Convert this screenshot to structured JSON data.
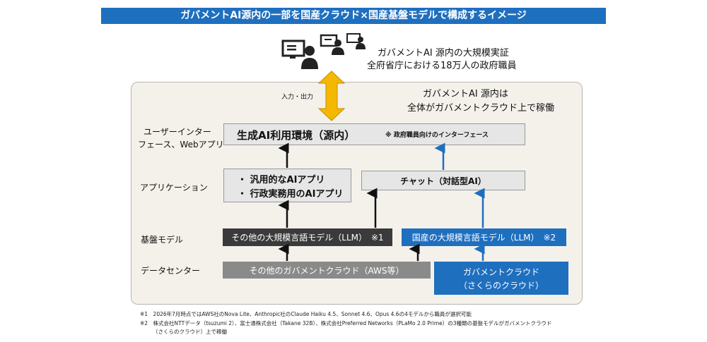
{
  "title": "ガバメントAI源内の一部を国産クラウド×国産基盤モデルで構成するイメージ",
  "users": {
    "line1": "ガバメントAI 源内の大規模実証",
    "line2": "全府省庁における18万人の政府職員"
  },
  "io_label": "入力・出力",
  "scope_note": {
    "line1": "ガバメントAI 源内は",
    "line2": "全体がガバメントクラウド上で稼働"
  },
  "layers": {
    "ui": {
      "line1": "ユーザーインター",
      "line2": "フェース、Webアプリ"
    },
    "app": "アプリケーション",
    "model": "基盤モデル",
    "dc": "データセンター"
  },
  "boxes": {
    "env_title": "生成AI利用環境（源内）",
    "env_note": "※ 政府職員向けのインターフェース",
    "apps": [
      "・ 汎用的なAIアプリ",
      "・ 行政実務用のAIアプリ"
    ],
    "chat": "チャット（対話型AI）",
    "other_llm": "その他の大規模言語モデル（LLM）　※1",
    "domestic_llm": "国産の大規模言語モデル（LLM）　※2",
    "other_cloud": "その他のガバメントクラウド（AWS等）",
    "gov_cloud": {
      "line1": "ガバメントクラウド",
      "line2": "（さくらのクラウド）"
    }
  },
  "footnotes": [
    "※1　2026年7月時点ではAWS社のNova Lite、Anthropic社のClaude Haiku 4.5、Sonnet 4.6、Opus 4.6の4モデルから職員が選択可能",
    "※2　株式会社NTTデータ（tsuzumi 2）、富士通株式会社（Takane 32B）、株式会社Preferred Networks（PLaMo 2.0 Prime）の3種類の基盤モデルがガバメントクラウド",
    "（さくらのクラウド）上で稼働"
  ],
  "colors": {
    "accent_blue": "#1f6fbf",
    "arrow_yellow": "#f5b800",
    "dark_box": "#3a3a3a",
    "gray_box": "#8a8a8a"
  }
}
